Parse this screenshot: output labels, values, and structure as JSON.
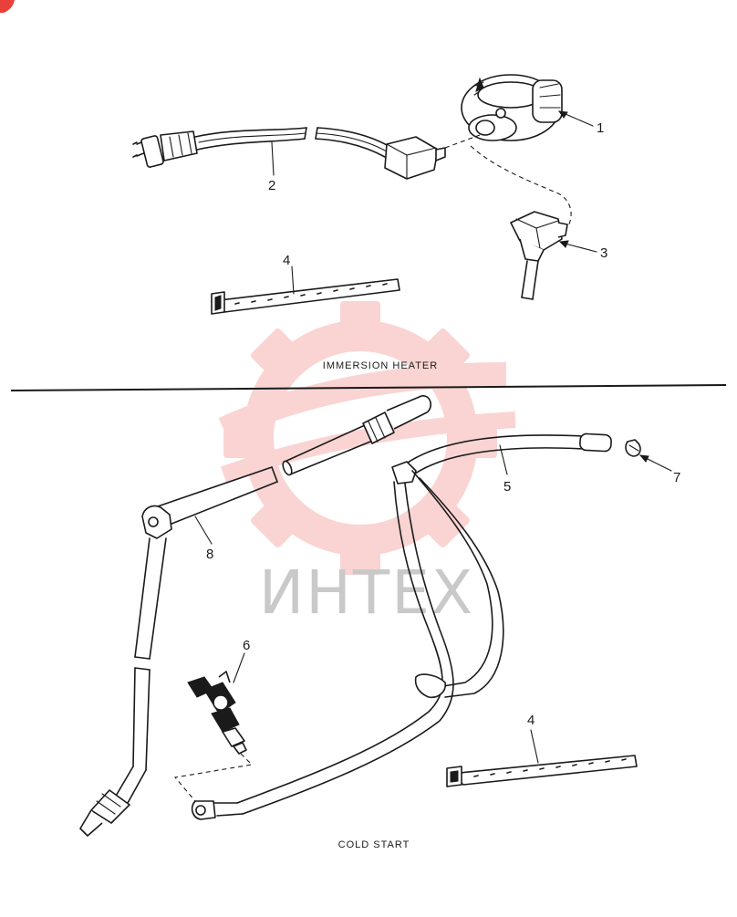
{
  "captions": {
    "top": "IMMERSION HEATER",
    "bottom": "COLD START"
  },
  "watermark": {
    "text": "ИНТЕХ",
    "color": "#e8413a"
  },
  "callouts": {
    "c1": "1",
    "c2": "2",
    "c3": "3",
    "c4a": "4",
    "c4b": "4",
    "c5": "5",
    "c6": "6",
    "c7": "7",
    "c8": "8"
  }
}
